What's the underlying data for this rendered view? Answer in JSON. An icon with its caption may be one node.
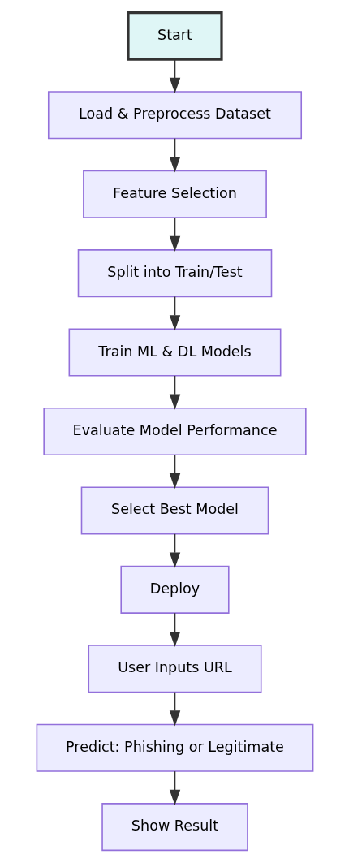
{
  "diagram": {
    "nodes": [
      {
        "text": [
          "Start"
        ]
      },
      {
        "text": [
          "Load & Preprocess Dataset"
        ]
      },
      {
        "text": [
          "Feature Selection"
        ]
      },
      {
        "text": [
          "Split into Train/Test"
        ]
      },
      {
        "text": [
          "Train ML & DL Models"
        ]
      },
      {
        "text": [
          "Evaluate Model Performance"
        ]
      },
      {
        "text": [
          "Select Best Model"
        ]
      },
      {
        "text": [
          "Deploy"
        ]
      },
      {
        "text": [
          "User Inputs URL"
        ]
      },
      {
        "text": [
          "Predict: Phishing or Legitimate"
        ]
      },
      {
        "text": [
          "Show Result"
        ]
      }
    ],
    "edges": [
      {
        "from": 0,
        "to": 1,
        "arrow": "to"
      },
      {
        "from": 1,
        "to": 2,
        "arrow": "to"
      },
      {
        "from": 2,
        "to": 3,
        "arrow": "to"
      },
      {
        "from": 3,
        "to": 4,
        "arrow": "to"
      },
      {
        "from": 4,
        "to": 5,
        "arrow": "to"
      },
      {
        "from": 5,
        "to": 6,
        "arrow": "to"
      },
      {
        "from": 6,
        "to": 7,
        "arrow": "to"
      },
      {
        "from": 7,
        "to": 8,
        "arrow": "to"
      },
      {
        "from": 8,
        "to": 9,
        "arrow": "to"
      },
      {
        "from": 9,
        "to": 10,
        "arrow": "to"
      }
    ]
  }
}
